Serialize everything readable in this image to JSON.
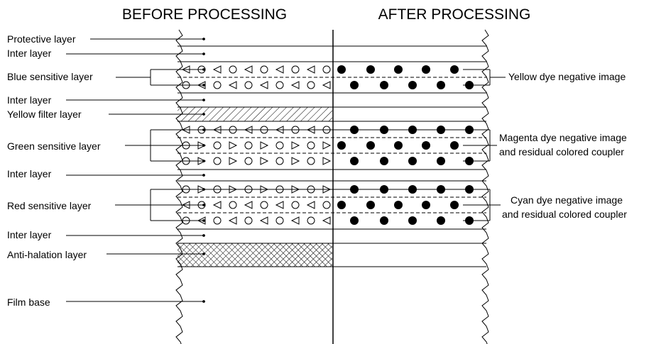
{
  "headings": {
    "before": "BEFORE PROCESSING",
    "after": "AFTER PROCESSING"
  },
  "layers": [
    {
      "label": "Protective layer",
      "kind": "plain"
    },
    {
      "label": "Inter layer",
      "kind": "plain"
    },
    {
      "label": "Blue sensitive layer",
      "kind": "sensitive",
      "sublayers": 2
    },
    {
      "label": "Inter layer",
      "kind": "plain"
    },
    {
      "label": "Yellow filter layer",
      "kind": "hatched"
    },
    {
      "label": "Green sensitive layer",
      "kind": "sensitive",
      "sublayers": 3
    },
    {
      "label": "Inter layer",
      "kind": "plain"
    },
    {
      "label": "Red sensitive layer",
      "kind": "sensitive",
      "sublayers": 3
    },
    {
      "label": "Inter layer",
      "kind": "plain"
    },
    {
      "label": "Anti-halation layer",
      "kind": "crosshatched"
    },
    {
      "label": "Film base",
      "kind": "base"
    }
  ],
  "right_labels": {
    "yellow": [
      "Yellow dye negative image"
    ],
    "magenta": [
      "Magenta dye negative image",
      "and residual colored coupler"
    ],
    "cyan": [
      "Cyan dye negative image",
      "and residual colored coupler"
    ]
  },
  "colors": {
    "line": "#000000",
    "background": "#ffffff"
  }
}
